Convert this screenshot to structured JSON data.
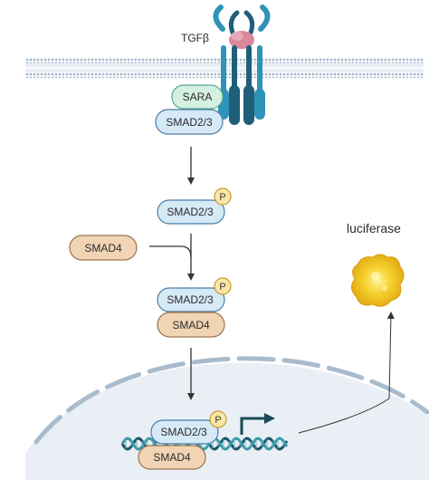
{
  "ligand": {
    "label": "TGFβ"
  },
  "receptor_complex": {
    "sara_label": "SARA",
    "smad23_label": "SMAD2/3"
  },
  "phospho": {
    "smad23_label": "SMAD2/3",
    "p_label": "P"
  },
  "smad4_free": {
    "label": "SMAD4"
  },
  "complex": {
    "smad23_label": "SMAD2/3",
    "p_label": "P",
    "smad4_label": "SMAD4"
  },
  "nuclear_complex": {
    "smad23_label": "SMAD2/3",
    "p_label": "P",
    "smad4_label": "SMAD4"
  },
  "reporter": {
    "label": "luciferase"
  },
  "colors": {
    "membrane": "#b9c7d8",
    "receptor_dark": "#1f5f7a",
    "receptor_light": "#2f93b8",
    "ligand": "#d9879b",
    "sara_fill": "#d4f0e3",
    "sara_stroke": "#5aa98a",
    "smad23_fill": "#d6e9f7",
    "smad23_stroke": "#4a7ea8",
    "smad4_fill": "#f0d4b4",
    "smad4_stroke": "#9a7450",
    "p_fill": "#fbe6a6",
    "p_stroke": "#c59a2a",
    "nucleus_fill": "#e9eff5",
    "nucleus_stroke": "#a9bccd",
    "dna_dark": "#1a5566",
    "dna_light": "#3a9aa8",
    "arrow": "#333333",
    "luciferase": "#f1c21b"
  }
}
